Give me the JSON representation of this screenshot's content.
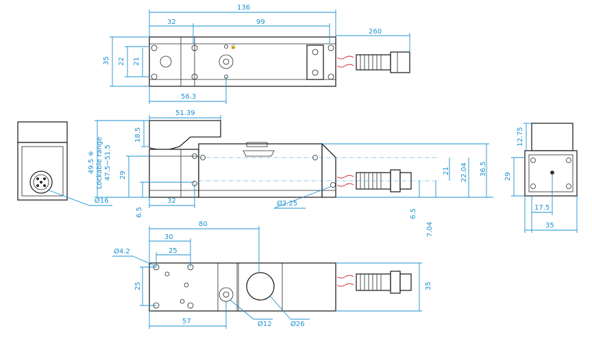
{
  "top_view": {
    "overall_length": "136",
    "left_offset": "32",
    "hole_pitch": "99",
    "cable_length": "260",
    "height": "35",
    "inner_22": "22",
    "inner_21": "21",
    "bottom_56_3": "56.3"
  },
  "front_view": {
    "width_51_39": "51.39",
    "height_18_5": "18.5",
    "lockable_range_value": "49.5 ※",
    "lockable_range_label": "Lockable range",
    "lockable_range_minmax": "47.5~51.5",
    "height_29": "29",
    "height_6_5": "6.5",
    "width_32": "32",
    "hole_dia": "Ø2.25",
    "right_6_5": "6.5",
    "right_7_04": "7.04",
    "right_21": "21",
    "right_22_04": "22.04",
    "right_36_5": "36.5"
  },
  "left_view": {
    "connector_dia": "Ø16"
  },
  "right_view": {
    "height_12_75": "12.75",
    "height_29": "29",
    "width_17_5": "17.5",
    "width_35": "35"
  },
  "bottom_view": {
    "length_80": "80",
    "length_30": "30",
    "length_25": "25",
    "hole_dia": "Ø4.2",
    "height_25": "25",
    "length_57": "57",
    "dia_12": "Ø12",
    "dia_26": "Ø26",
    "height_35": "35"
  },
  "colors": {
    "dimension": "#1a8fd0",
    "outline": "#222222",
    "cable_mark": "#d43030"
  }
}
